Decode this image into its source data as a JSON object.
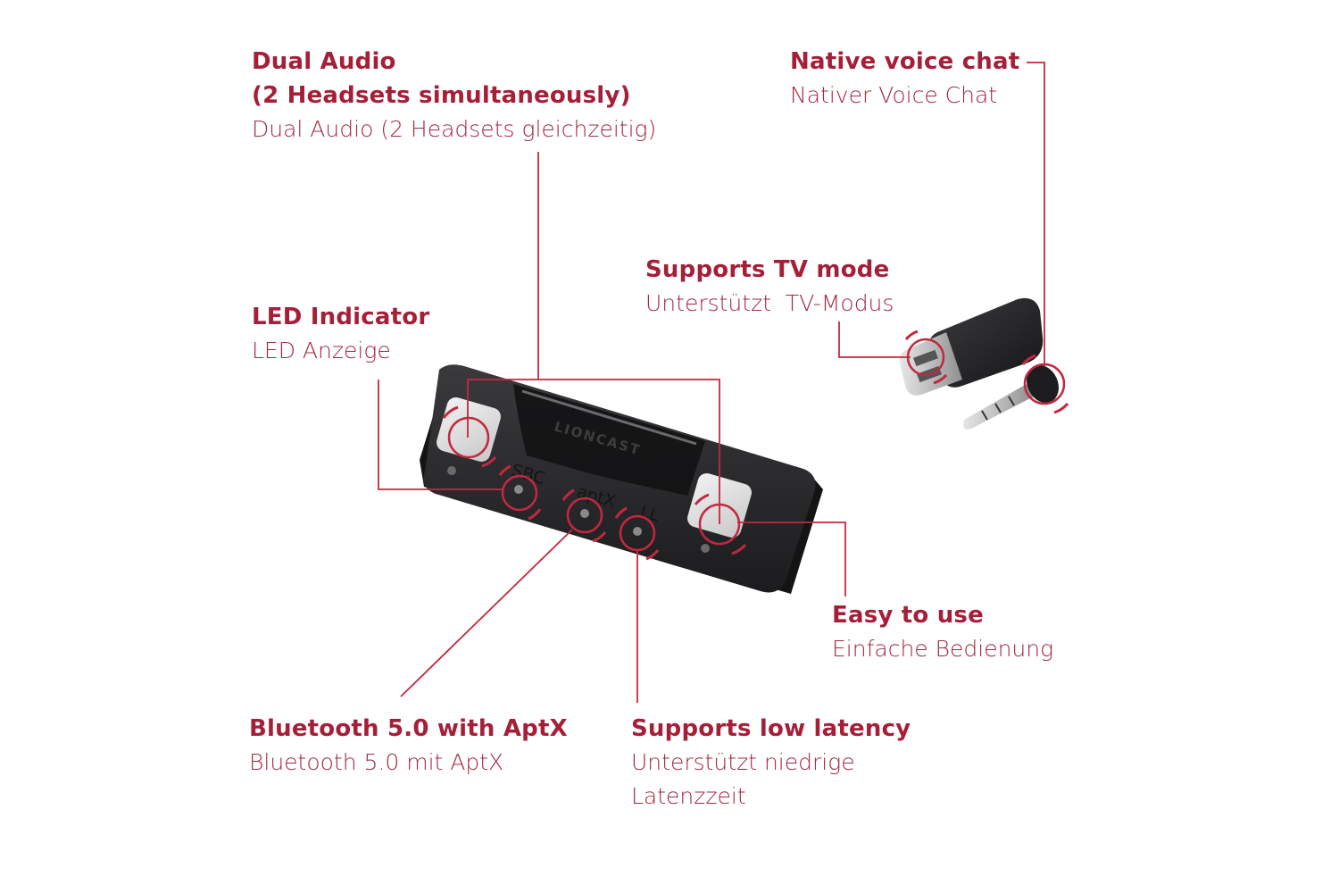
{
  "colors": {
    "accent": "#a51f39",
    "device_body": "#2b2b2d",
    "button_face": "#dcdcdc"
  },
  "callouts": {
    "dual_audio": {
      "title_line1": "Dual Audio",
      "title_line2": "(2 Headsets simultaneously)",
      "subtitle": "Dual Audio (2 Headsets gleichzeitig)"
    },
    "voice_chat": {
      "title": "Native voice chat",
      "subtitle": "Nativer Voice Chat"
    },
    "tv_mode": {
      "title": "Supports TV mode",
      "subtitle": "Unterstützt  TV-Modus"
    },
    "led": {
      "title": "LED Indicator",
      "subtitle": "LED Anzeige"
    },
    "easy": {
      "title": "Easy to use",
      "subtitle": "Einfache Bedienung"
    },
    "bluetooth": {
      "title": "Bluetooth 5.0 with AptX",
      "subtitle": "Bluetooth 5.0 mit AptX"
    },
    "latency": {
      "title": "Supports low latency",
      "subtitle_line1": "Unterstützt niedrige",
      "subtitle_line2": "Latenzzeit"
    }
  },
  "device": {
    "brand": "LIONCAST",
    "mode_labels": [
      "SBC",
      "aptX",
      "LL"
    ]
  }
}
